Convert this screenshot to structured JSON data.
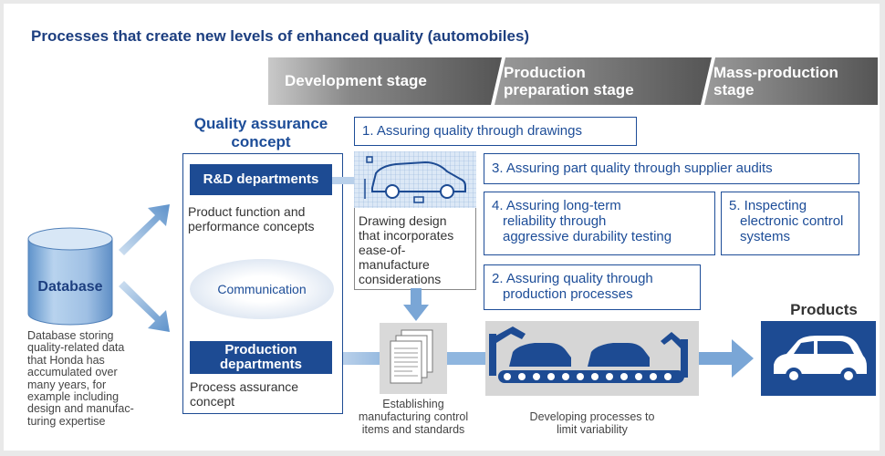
{
  "title": "Processes that create new levels of enhanced quality (automobiles)",
  "stages": {
    "development": "Development stage",
    "production_prep_1": "Production",
    "production_prep_2": "preparation stage",
    "mass_1": "Mass-production",
    "mass_2": "stage"
  },
  "qa": {
    "title_1": "Quality assurance",
    "title_2": "concept",
    "rd_label": "R&D departments",
    "rd_text_1": "Product function and",
    "rd_text_2": "performance concepts",
    "communication": "Communication",
    "prod_label_1": "Production",
    "prod_label_2": "departments",
    "prod_text_1": "Process assurance",
    "prod_text_2": "concept"
  },
  "database": {
    "label": "Database",
    "desc": [
      "Database storing",
      "quality-related data",
      "that Honda has",
      "accumulated over",
      "many years, for",
      "example including",
      "design and manufac-",
      "turing expertise"
    ]
  },
  "drawing": {
    "desc": [
      "Drawing design",
      "that incorporates",
      "ease-of-",
      "manufacture",
      "considerations"
    ]
  },
  "steps": {
    "s1": "1. Assuring quality through drawings",
    "s2_1": "2. Assuring quality through",
    "s2_2": "production processes",
    "s3": "3. Assuring part quality through supplier audits",
    "s4_1": "4. Assuring long-term",
    "s4_2": "reliability through",
    "s4_3": "aggressive durability testing",
    "s5_1": "5. Inspecting",
    "s5_2": "electronic control",
    "s5_3": "systems"
  },
  "manufacturing": {
    "desc": [
      "Establishing",
      "manufacturing control",
      "items and standards"
    ]
  },
  "processes": {
    "desc": [
      "Developing processes to",
      "limit variability"
    ]
  },
  "products": {
    "label": "Products"
  },
  "colors": {
    "navy": "#1d4b93",
    "light_blue": "#6f9fd0",
    "stage_grey": "#666666"
  }
}
